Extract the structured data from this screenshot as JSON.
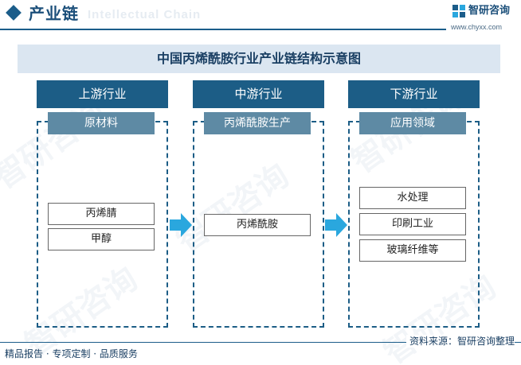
{
  "header": {
    "title": "产业链",
    "watermark": "Intellectual Chain"
  },
  "logo": {
    "name": "智研咨询",
    "url": "www.chyxx.com"
  },
  "main_title": "中国丙烯酰胺行业产业链结构示意图",
  "watermark_text": "智研咨询",
  "columns": [
    {
      "stage": "上游行业",
      "sub": "原材料",
      "items": [
        "丙烯腈",
        "甲醇"
      ]
    },
    {
      "stage": "中游行业",
      "sub": "丙烯酰胺生产",
      "items": [
        "丙烯酰胺"
      ]
    },
    {
      "stage": "下游行业",
      "sub": "应用领域",
      "items": [
        "水处理",
        "印刷工业",
        "玻璃纤维等"
      ]
    }
  ],
  "footer": {
    "left": "精品报告 · 专项定制 · 品质服务",
    "right": "资料来源：智研咨询整理"
  },
  "colors": {
    "primary": "#1c5d86",
    "secondary": "#5e8aa4",
    "arrow": "#2aa7de",
    "title_bg": "#dbe6f1"
  }
}
